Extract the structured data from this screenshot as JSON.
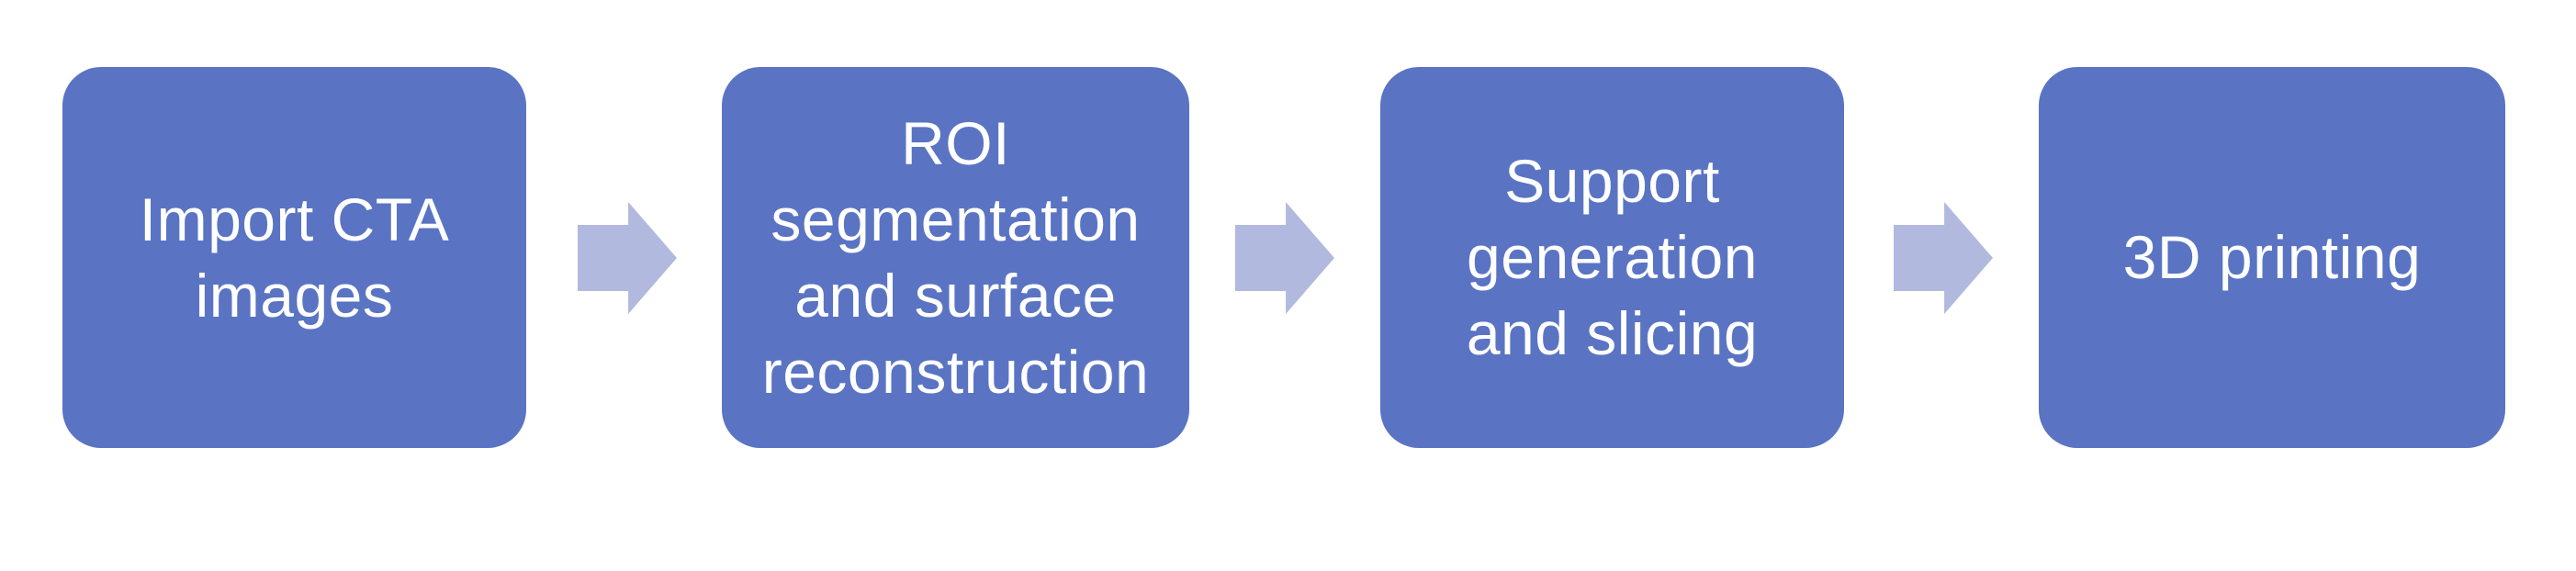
{
  "colors": {
    "box_fill": "#5A74C3",
    "arrow_fill": "#B1B9DE",
    "text": "#FFFFFF",
    "background": "#FFFFFF"
  },
  "flowchart": {
    "steps": [
      {
        "label": "Import CTA images"
      },
      {
        "label": "ROI segmentation and surface reconstruction"
      },
      {
        "label": "Support generation and slicing"
      },
      {
        "label": "3D printing"
      }
    ]
  }
}
